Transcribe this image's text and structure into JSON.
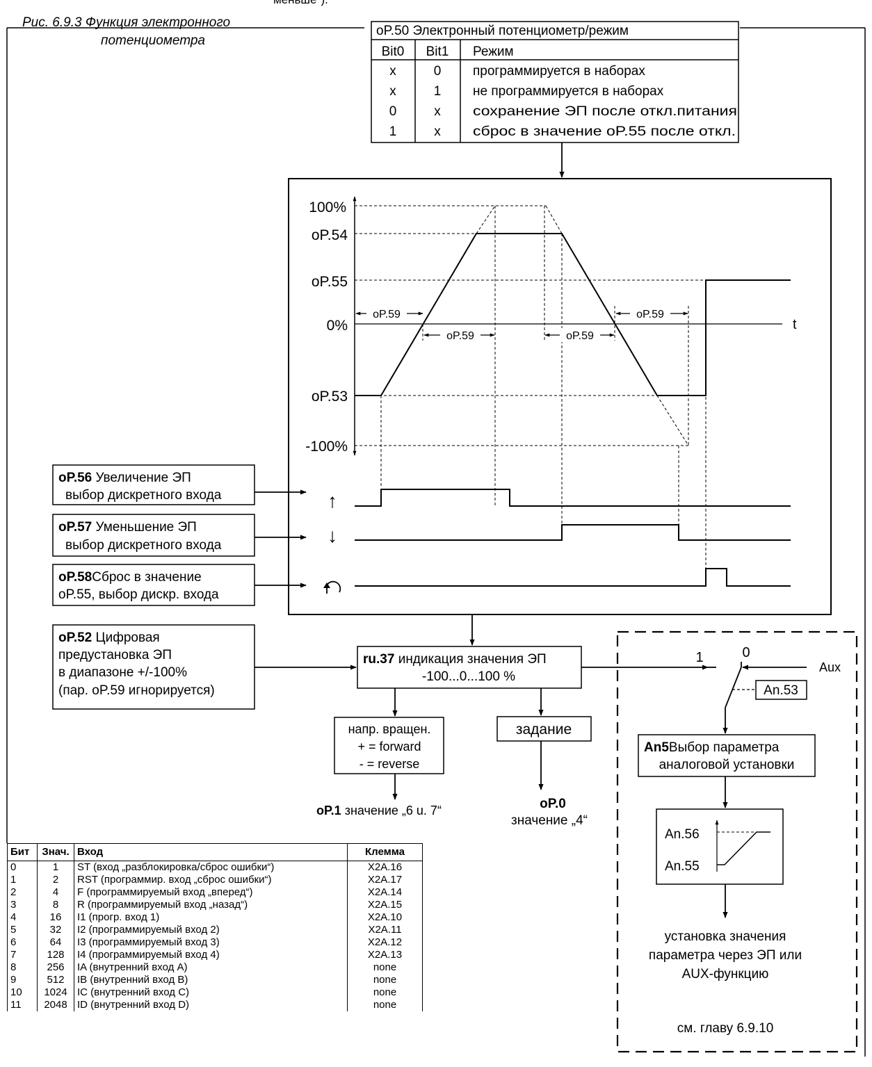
{
  "top_cut_text": "меньше\").",
  "figure": {
    "caption_line1": "Рис. 6.9.3 Функция электронного",
    "caption_line2": "потенциометра"
  },
  "mode_table": {
    "title": "oP.50 Электронный потенциометр/режим",
    "headers": [
      "Bit0",
      "Bit1",
      "Режим"
    ],
    "rows": [
      [
        "x",
        "0",
        "программируется в наборах"
      ],
      [
        "x",
        "1",
        "не программируется в наборах"
      ],
      [
        "0",
        "x",
        "сохранение ЭП после откл.питания"
      ],
      [
        "1",
        "x",
        "сброс в значение oP.55 после откл."
      ]
    ]
  },
  "timing": {
    "y_labels": {
      "p100": "100%",
      "op54": "oP.54",
      "op55": "oP.55",
      "zero": "0%",
      "op53": "oP.53",
      "m100": "-100%"
    },
    "t_label": "t",
    "op59": "oP.59",
    "up_arrow": "↑",
    "down_arrow": "↓"
  },
  "inputs": {
    "op56": {
      "code": "oP.56",
      "line1": "  Увеличение ЭП",
      "line2": "выбор дискретного входа"
    },
    "op57": {
      "code": "oP.57",
      "line1": "  Уменьшение ЭП",
      "line2": "выбор дискретного входа"
    },
    "op58": {
      "code": "oP.58",
      "line1": "Сброс в значение",
      "line2": "oP.55, выбор дискр. входа"
    },
    "op52": {
      "code": "oP.52",
      "line1": " Цифровая",
      "line2": "предустановка ЭП",
      "line3": "в диапазоне  +/-100%",
      "line4": "(пар. oP.59 игнорируется)"
    }
  },
  "ru37": {
    "code": "ru.37",
    "label": " индикация значения ЭП",
    "range": "-100...0...100 %"
  },
  "direction": {
    "line1": "напр. вращен.",
    "line2": "+ = forward",
    "line3": "- = reverse"
  },
  "op1": {
    "code": "oP.1",
    "text": " значение „6 u. 7“"
  },
  "setpoint": {
    "label": "задание"
  },
  "op0": {
    "code": "oP.0",
    "text": "значение „4“"
  },
  "analog": {
    "switch1": "1",
    "switch0": "0",
    "aux": "Aux",
    "an53": "An.53",
    "an5_code": "An5",
    "an5_line1": "Выбор параметра",
    "an5_line2": "аналоговой установки",
    "an56": "An.56",
    "an55": "An.55",
    "desc1": "установка значения",
    "desc2": "параметра через ЭП или",
    "desc3": "AUX-функцию",
    "ref": "см. главу 6.9.10"
  },
  "io_table": {
    "headers": [
      "Бит",
      "Знач.",
      "Вход",
      "Клемма"
    ],
    "rows": [
      [
        "0",
        "1",
        "ST (вход „разблокировка/сброс ошибки“)",
        "X2A.16"
      ],
      [
        "1",
        "2",
        "RST (программир. вход „сброс ошибки“)",
        "X2A.17"
      ],
      [
        "2",
        "4",
        "F (программируемый вход „вперед“)",
        "X2A.14"
      ],
      [
        "3",
        "8",
        "R (программируемый вход „назад“)",
        "X2A.15"
      ],
      [
        "4",
        "16",
        "I1 (прогр. вход 1)",
        "X2A.10"
      ],
      [
        "5",
        "32",
        "I2 (программируемый вход 2)",
        "X2A.11"
      ],
      [
        "6",
        "64",
        "I3 (программируемый вход 3)",
        "X2A.12"
      ],
      [
        "7",
        "128",
        "I4 (программируемый вход 4)",
        "X2A.13"
      ],
      [
        "8",
        "256",
        "IA (внутренний вход A)",
        "none"
      ],
      [
        "9",
        "512",
        "IB (внутренний вход B)",
        "none"
      ],
      [
        "10",
        "1024",
        "IC (внутренний вход C)",
        "none"
      ],
      [
        "11",
        "2048",
        "ID (внутренний вход D)",
        "none"
      ]
    ]
  }
}
